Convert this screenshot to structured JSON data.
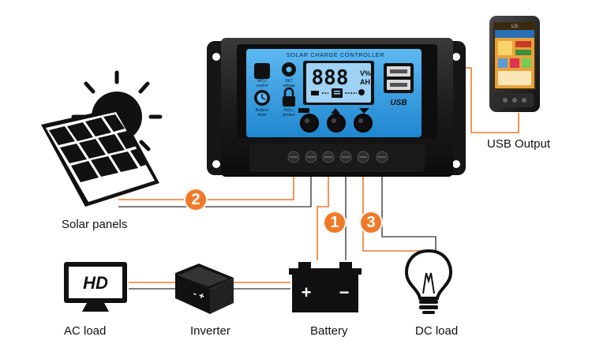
{
  "controller": {
    "title": "SOLAR CHARGE CONTROLLER",
    "lcd_digits": "888",
    "lcd_units_top": "V%",
    "lcd_units_bottom": "AH",
    "usb_text": "USB",
    "icons": [
      {
        "name": "mcu-control-icon",
        "label1": "MCU",
        "label2": "control"
      },
      {
        "name": "set-voltage-icon",
        "label1": "SET",
        "label2": "voltage"
      },
      {
        "name": "build-in-timer-icon",
        "label1": "Build-in",
        "label2": "timer"
      },
      {
        "name": "full-protect-icon",
        "label1": "FULL",
        "label2": "protect"
      }
    ],
    "buttons": [
      "button-left",
      "button-middle",
      "button-right"
    ],
    "terminal_count": 6
  },
  "phone": {
    "brand": "LG"
  },
  "labels": {
    "solar_panels": "Solar panels",
    "usb_output": "USB Output",
    "ac_load": "AC load",
    "inverter": "Inverter",
    "battery": "Battery",
    "dc_load": "DC load",
    "hd": "HD"
  },
  "badges": [
    "1",
    "2",
    "3"
  ],
  "colors": {
    "wire": "#f07a2a",
    "badge": "#f07a2a",
    "controller_body": "#1e1e1e",
    "lcd_panel": "#2e9be0",
    "lcd_screen": "#9fd3f5",
    "icon_black": "#111111"
  }
}
